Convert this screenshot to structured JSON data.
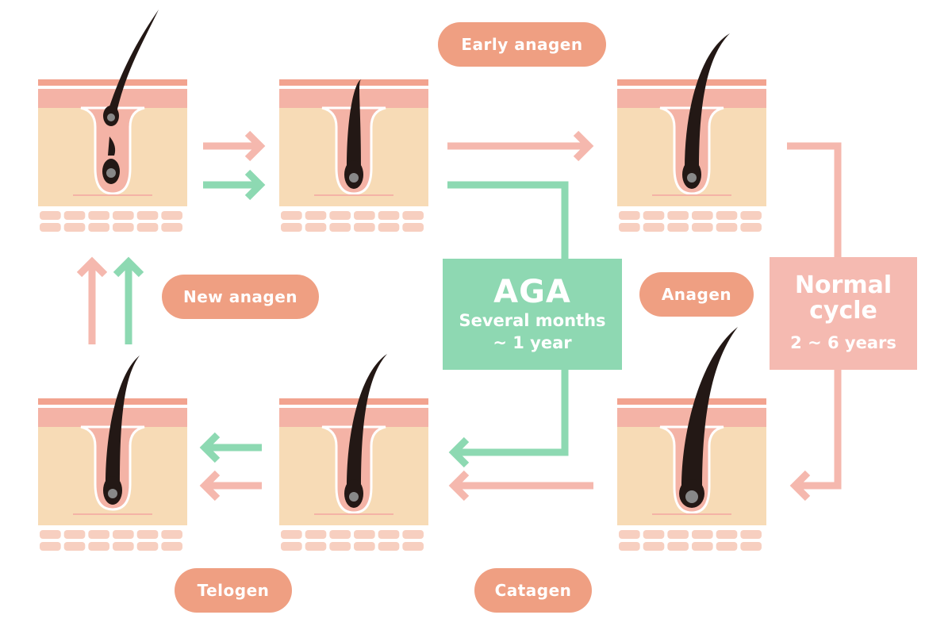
{
  "colors": {
    "pink_arrow": "#F5B8AE",
    "green_arrow": "#8DD9B2",
    "pill": "#EF9F82",
    "aga_box": "#8ED8B2",
    "normal_box": "#F5BAB1",
    "skin_top": "#F4B3A6",
    "skin_band": "#F2A38F",
    "dermis": "#F7DBB6",
    "cells": "#F7CFC0",
    "hair": "#231815"
  },
  "labels": {
    "early_anagen": "Early anagen",
    "new_anagen": "New anagen",
    "anagen": "Anagen",
    "telogen": "Telogen",
    "catagen": "Catagen"
  },
  "aga": {
    "title": "AGA",
    "duration_line1": "Several months",
    "duration_line2": "~ 1 year"
  },
  "normal": {
    "title_line1": "Normal",
    "title_line2": "cycle",
    "duration": "2 ~ 6 years"
  }
}
